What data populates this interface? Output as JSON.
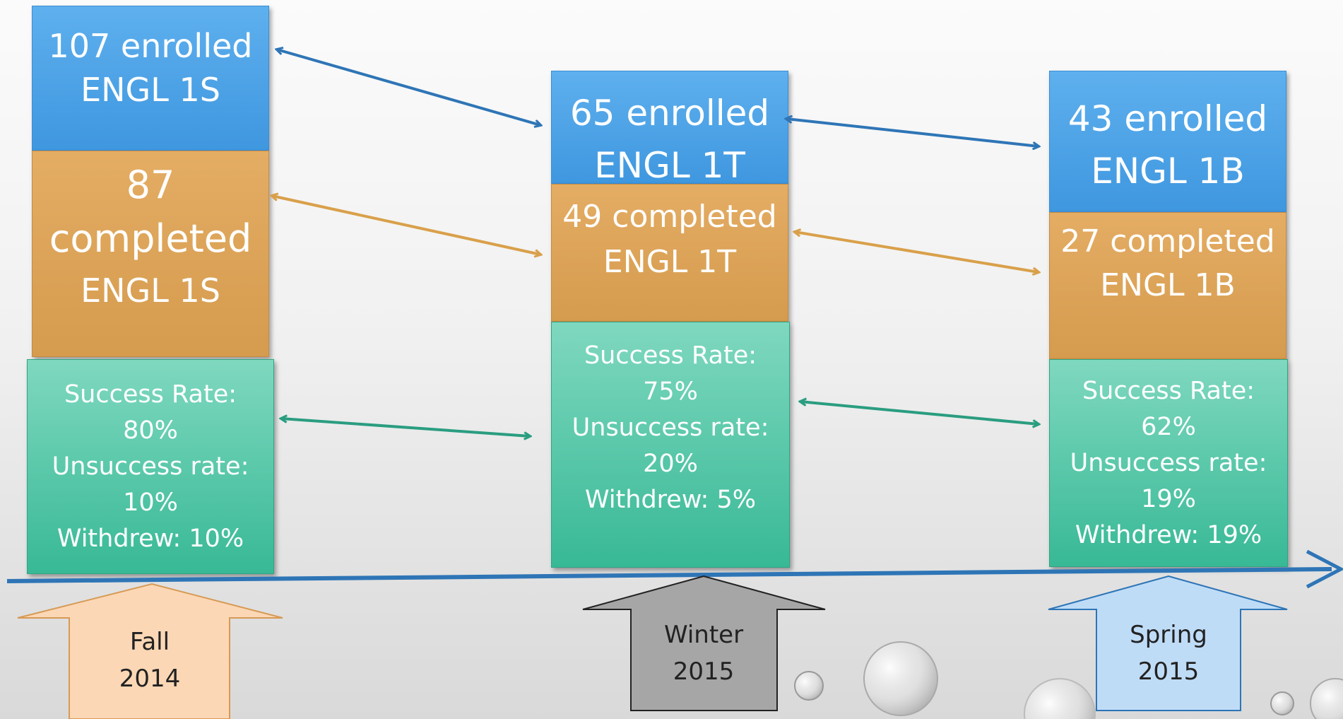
{
  "terms": [
    {
      "enrolled": [
        "107 enrolled",
        "ENGL 1S"
      ],
      "completed": [
        "87",
        "completed",
        "ENGL 1S"
      ],
      "rates": [
        "Success Rate:",
        "80%",
        "Unsuccess rate:",
        "10%",
        "Withdrew: 10%"
      ],
      "season": [
        "Fall",
        "2014"
      ]
    },
    {
      "enrolled": [
        "65 enrolled",
        "ENGL 1T"
      ],
      "completed": [
        "49 completed",
        "ENGL 1T"
      ],
      "rates": [
        "Success Rate:",
        "75%",
        "Unsuccess rate:",
        "20%",
        "Withdrew: 5%"
      ],
      "season": [
        "Winter",
        "2015"
      ]
    },
    {
      "enrolled": [
        "43 enrolled",
        "ENGL 1B"
      ],
      "completed": [
        "27 completed",
        "ENGL 1B"
      ],
      "rates": [
        "Success Rate:",
        "62%",
        "Unsuccess rate:",
        "19%",
        "Withdrew: 19%"
      ],
      "season": [
        "Spring",
        "2015"
      ]
    }
  ],
  "colors": {
    "enrolled": "#4aa3e8",
    "completed": "#dba35a",
    "rates": "#4fc3a2",
    "fall_arrow": "#fbd7b5",
    "winter_arrow": "#a6a6a6",
    "spring_arrow": "#bfdcf7",
    "timeline": "#2e75b6"
  }
}
